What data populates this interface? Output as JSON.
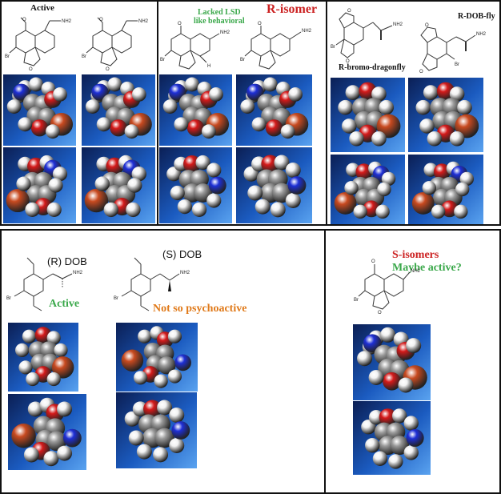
{
  "top_row": {
    "label_active": "Active",
    "label_lacked": "Lacked LSD\nlike behavioral",
    "label_r_isomer": "R-isomer",
    "label_bromo": "R-bromo-dragonfly",
    "label_dobfly": "R-DOB-fly"
  },
  "bottom_row": {
    "label_r_dob": "(R) DOB",
    "label_s_dob": "(S) DOB",
    "label_active": "Active",
    "label_not_so": "Not so psychoactive",
    "label_s_isomers": "S-isomers",
    "label_maybe": "Maybe active?"
  },
  "atom_labels": {
    "nh2": "NH2",
    "br": "Br",
    "h": "H",
    "o": "O"
  },
  "colors": {
    "red_label": "#cc2222",
    "green_label": "#3aa84a",
    "orange_label": "#e07a1a",
    "render_bg_dark": "#0b1f55",
    "render_bg_light": "#5aa3f0",
    "atom_carbon": "#9a9a9a",
    "atom_hydrogen": "#f2f2f2",
    "atom_oxygen": "#d41a1a",
    "atom_nitrogen": "#1e2fd6",
    "atom_bromine": "#c84a20"
  }
}
